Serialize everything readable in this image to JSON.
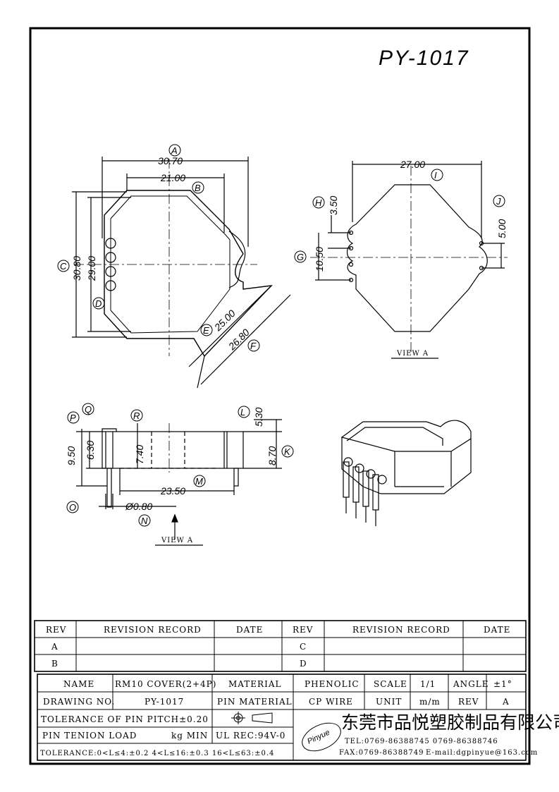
{
  "drawing": {
    "title": "PY-1017",
    "view_label": "VIEW A",
    "top_view": {
      "dims": [
        "30.70",
        "21.00",
        "30.80",
        "29.00",
        "25.00",
        "26.80"
      ],
      "refs": [
        "A",
        "B",
        "C",
        "D",
        "E",
        "F"
      ]
    },
    "view_a": {
      "dims": [
        "27.00",
        "3.50",
        "10.50",
        "5.00"
      ],
      "refs": [
        "I",
        "H",
        "G",
        "J"
      ]
    },
    "side_view": {
      "dims": [
        "9.50",
        "6.30",
        "7.40",
        "5.30",
        "8.70",
        "23.50",
        "Ø0.80"
      ],
      "refs": [
        "P",
        "Q",
        "R",
        "L",
        "K",
        "M",
        "O",
        "N"
      ]
    }
  },
  "revision_table": {
    "headers": [
      "REV",
      "REVISION RECORD",
      "DATE",
      "REV",
      "REVISION RECORD",
      "DATE"
    ],
    "rows": [
      [
        "A",
        "",
        "",
        "C",
        "",
        ""
      ],
      [
        "B",
        "",
        "",
        "D",
        "",
        ""
      ]
    ]
  },
  "title_block": {
    "name_label": "NAME",
    "name_value": "RM10 COVER(2+4P)",
    "material_label": "MATERIAL",
    "material_value": "PHENOLIC",
    "scale_label": "SCALE",
    "scale_value": "1/1",
    "angle_label": "ANGLE",
    "angle_value": "±1°",
    "drawing_no_label": "DRAWING NO.",
    "drawing_no_value": "PY-1017",
    "pin_material_label": "PIN MATERIAL",
    "pin_material_value": "CP WIRE",
    "unit_label": "UNIT",
    "unit_value": "m/m",
    "rev_label": "REV",
    "rev_value": "A",
    "tolerance_pitch": "TOLERANCE OF PIN PITCH±0.20",
    "pin_tension": "PIN TENION LOAD",
    "pin_tension_unit": "kg MIN",
    "ul_rec": "UL REC:94V-0",
    "tolerance_line": "TOLERANCE:0<L≤4:±0.2  4<L≤16:±0.3  16<L≤63:±0.4",
    "company_cn": "东莞市品悦塑胶制品有限公司",
    "logo_text": "Pinyue",
    "tel": "TEL:0769-86388745    0769-86388746",
    "fax": "FAX:0769-86388749",
    "email": "E-mail:dgpinyue@163.com"
  }
}
